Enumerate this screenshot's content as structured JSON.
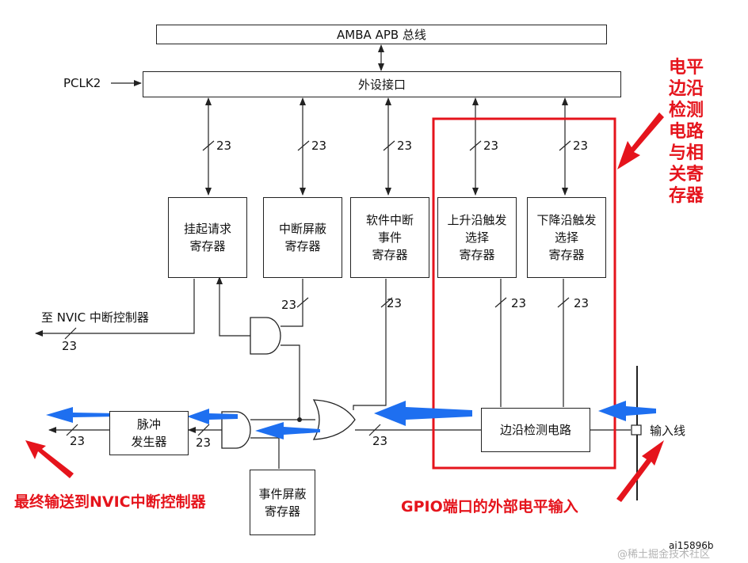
{
  "boxes": {
    "amba": "AMBA APB 总线",
    "periph": "外设接口",
    "pending": "挂起请求\n寄存器",
    "int_mask": "中断屏蔽\n寄存器",
    "sw_int": "软件中断\n事件\n寄存器",
    "rising": "上升沿触发\n选择\n寄存器",
    "falling": "下降沿触发\n选择\n寄存器",
    "edge_detect": "边沿检测电路",
    "pulse": "脉冲\n发生器",
    "event_mask": "事件屏蔽\n寄存器"
  },
  "labels": {
    "pclk": "PCLK2",
    "to_nvic": "至 NVIC 中断控制器",
    "input_line": "输入线",
    "bus_width": "23",
    "figure_id": "ai15896b"
  },
  "annotations": {
    "edge_circuit": "电平\n边沿\n检测\n电路\n与相\n关寄\n存器",
    "final_output": "最终输送到NVIC中断控制器",
    "gpio_input": "GPIO端口的外部电平输入"
  },
  "watermark": "@稀土掘金技术社区",
  "colors": {
    "annotation": "#e5141c",
    "arrow": "#1e6ff0",
    "line": "#222222"
  }
}
